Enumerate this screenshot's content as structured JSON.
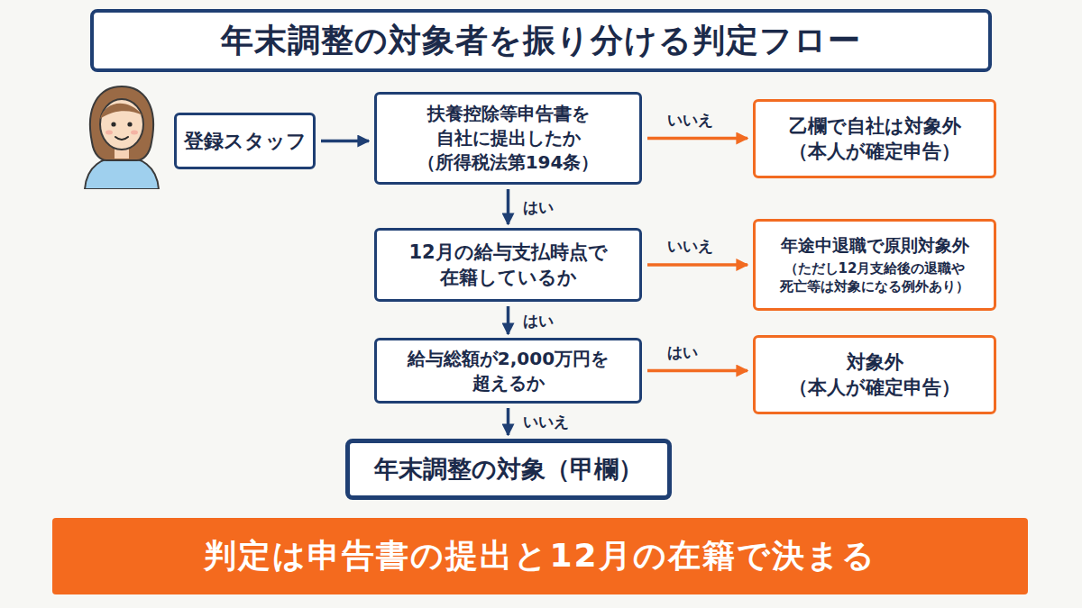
{
  "diagram": {
    "title": "年末調整の対象者を振り分ける判定フロー",
    "nodes": [
      {
        "text": [
          "登録スタッフ"
        ]
      },
      {
        "text": [
          "扶養控除等申告書を 自社に提出したか （所得税法第194条）"
        ]
      },
      {
        "text": [
          "乙欄で自社は対象外 （本人が確定申告）"
        ]
      },
      {
        "text": [
          "12月の給与支払時点で 在籍しているか"
        ]
      },
      {
        "text": [
          "年途中退職で原則対象外",
          "（ただし12月支給後の退職や 死亡等は対象になる例外あり）"
        ]
      },
      {
        "text": [
          "給与総額が2,000万円を 超えるか"
        ]
      },
      {
        "text": [
          "対象外 （本人が確定申告）"
        ]
      },
      {
        "text": [
          "年末調整の対象（甲欄）"
        ]
      },
      {
        "text": [
          "判定は申告書の提出と12月の在籍で決まる"
        ]
      }
    ],
    "edges": [
      {
        "from": 0,
        "to": 1,
        "arrow": "to"
      },
      {
        "from": 1,
        "to": 2,
        "label": "いいえ",
        "arrow": "to"
      },
      {
        "from": 1,
        "to": 3,
        "label": "はい",
        "arrow": "to"
      },
      {
        "from": 3,
        "to": 4,
        "label": "いいえ",
        "arrow": "to"
      },
      {
        "from": 3,
        "to": 5,
        "label": "はい",
        "arrow": "to"
      },
      {
        "from": 5,
        "to": 6,
        "label": "はい",
        "arrow": "to"
      },
      {
        "from": 5,
        "to": 7,
        "label": "いいえ",
        "arrow": "to"
      }
    ]
  }
}
